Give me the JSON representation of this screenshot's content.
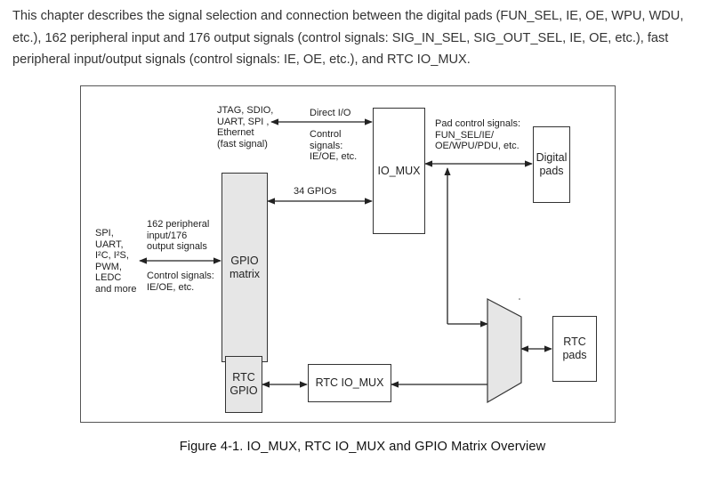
{
  "intro_text": "This chapter describes the signal selection and connection between the digital pads (FUN_SEL, IE, OE, WPU, WDU, etc.), 162 peripheral input and 176 output signals (control signals: SIG_IN_SEL, SIG_OUT_SEL, IE, OE, etc.), fast peripheral input/output signals (control signals: IE, OE, etc.), and RTC IO_MUX.",
  "diagram": {
    "boxes": {
      "io_mux": "IO_MUX",
      "gpio_matrix": [
        "GPIO",
        "matrix"
      ],
      "digital_pads": [
        "Digital",
        "pads"
      ],
      "rtc_gpio": [
        "RTC",
        "GPIO"
      ],
      "rtc_io_mux": "RTC IO_MUX",
      "rtc_pads": [
        "RTC",
        "pads"
      ]
    },
    "labels": {
      "fast_peripherals": [
        "JTAG, SDIO,",
        "UART, SPI ,",
        "Ethernet",
        "(fast signal)"
      ],
      "direct_io": "Direct I/O",
      "control_signals_io_mux": [
        "Control",
        "signals:",
        "IE/OE, etc."
      ],
      "gpio_count": "34 GPIOs",
      "pad_control": [
        "Pad control signals:",
        "FUN_SEL/IE/",
        "OE/WPU/PDU, etc."
      ],
      "peripherals": [
        "SPI,",
        "UART,",
        "I²C, I²S,",
        "PWM,",
        "LEDC",
        "and more"
      ],
      "peripheral_signals": [
        "162 peripheral",
        "input/176",
        "output signals"
      ],
      "control_signals_gpio": [
        "Control signals:",
        "IE/OE, etc."
      ]
    }
  },
  "caption": "Figure 4-1. IO_MUX, RTC IO_MUX and GPIO Matrix Overview"
}
